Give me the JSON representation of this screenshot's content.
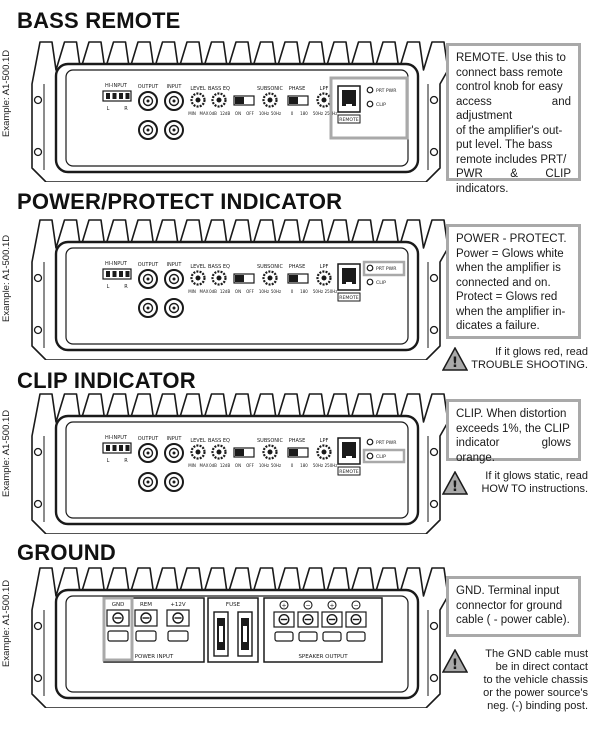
{
  "sections": [
    {
      "title": "BASS REMOTE",
      "example": "Example: A1-500.1D",
      "box": [
        "REMOTE. Use this to",
        "connect bass remote",
        "control knob for easy",
        "access and adjustment",
        "of the amplifier's out-",
        "put level. The bass",
        "remote includes PRT/",
        "PWR & CLIP indicators."
      ]
    },
    {
      "title": "POWER/PROTECT INDICATOR",
      "example": "Example: A1-500.1D",
      "box": [
        "POWER - PROTECT.",
        "Power = Glows white",
        "when the amplifier is",
        "connected and on.",
        "Protect = Glows red",
        "when the amplifier in-",
        "dicates a failure."
      ],
      "warning": [
        "If it glows red, read",
        "TROUBLE SHOOTING."
      ]
    },
    {
      "title": "CLIP INDICATOR",
      "example": "Example: A1-500.1D",
      "box": [
        "CLIP. When distortion",
        "exceeds 1%, the CLIP",
        "indicator glows orange."
      ],
      "warning": [
        "If it glows static, read",
        "HOW TO instructions."
      ]
    },
    {
      "title": "GROUND",
      "example": "Example: A1-500.1D",
      "box": [
        "GND. Terminal input",
        "connector for ground",
        "cable ( - power cable)."
      ],
      "warning": [
        "The GND cable must",
        "be in direct contact",
        "to the vehicle chassis",
        "or the power source's",
        "neg. (-) binding post."
      ]
    }
  ],
  "amp_labels": {
    "hi_input": "HI-INPUT",
    "l": "L",
    "r": "R",
    "output": "OUTPUT",
    "input": "INPUT",
    "level": "LEVEL",
    "bass_eq": "BASS EQ",
    "subsonic": "SUBSONIC",
    "phase": "PHASE",
    "lpf": "LPF",
    "min": "MIN",
    "max": "MAX",
    "zero_db": "0dB",
    "twelve_db": "12dB",
    "on": "ON",
    "off": "OFF",
    "hz10": "10Hz",
    "hz50": "50Hz",
    "deg0": "0",
    "deg180": "180",
    "hz50b": "50Hz",
    "hz250": "250Hz",
    "prt_pwr": "PRT PWR",
    "clip": "CLIP",
    "remote": "REMOTE"
  },
  "gnd_labels": {
    "gnd": "GND",
    "rem": "REM",
    "plus12v": "+12V",
    "fuse": "FUSE",
    "power_input": "POWER INPUT",
    "speaker_output": "SPEAKER OUTPUT",
    "plus": "+",
    "minus": "−"
  },
  "colors": {
    "highlight": "#a9a9a9",
    "ink": "#1a1a1a",
    "warning_fill": "#a9a9a9"
  }
}
